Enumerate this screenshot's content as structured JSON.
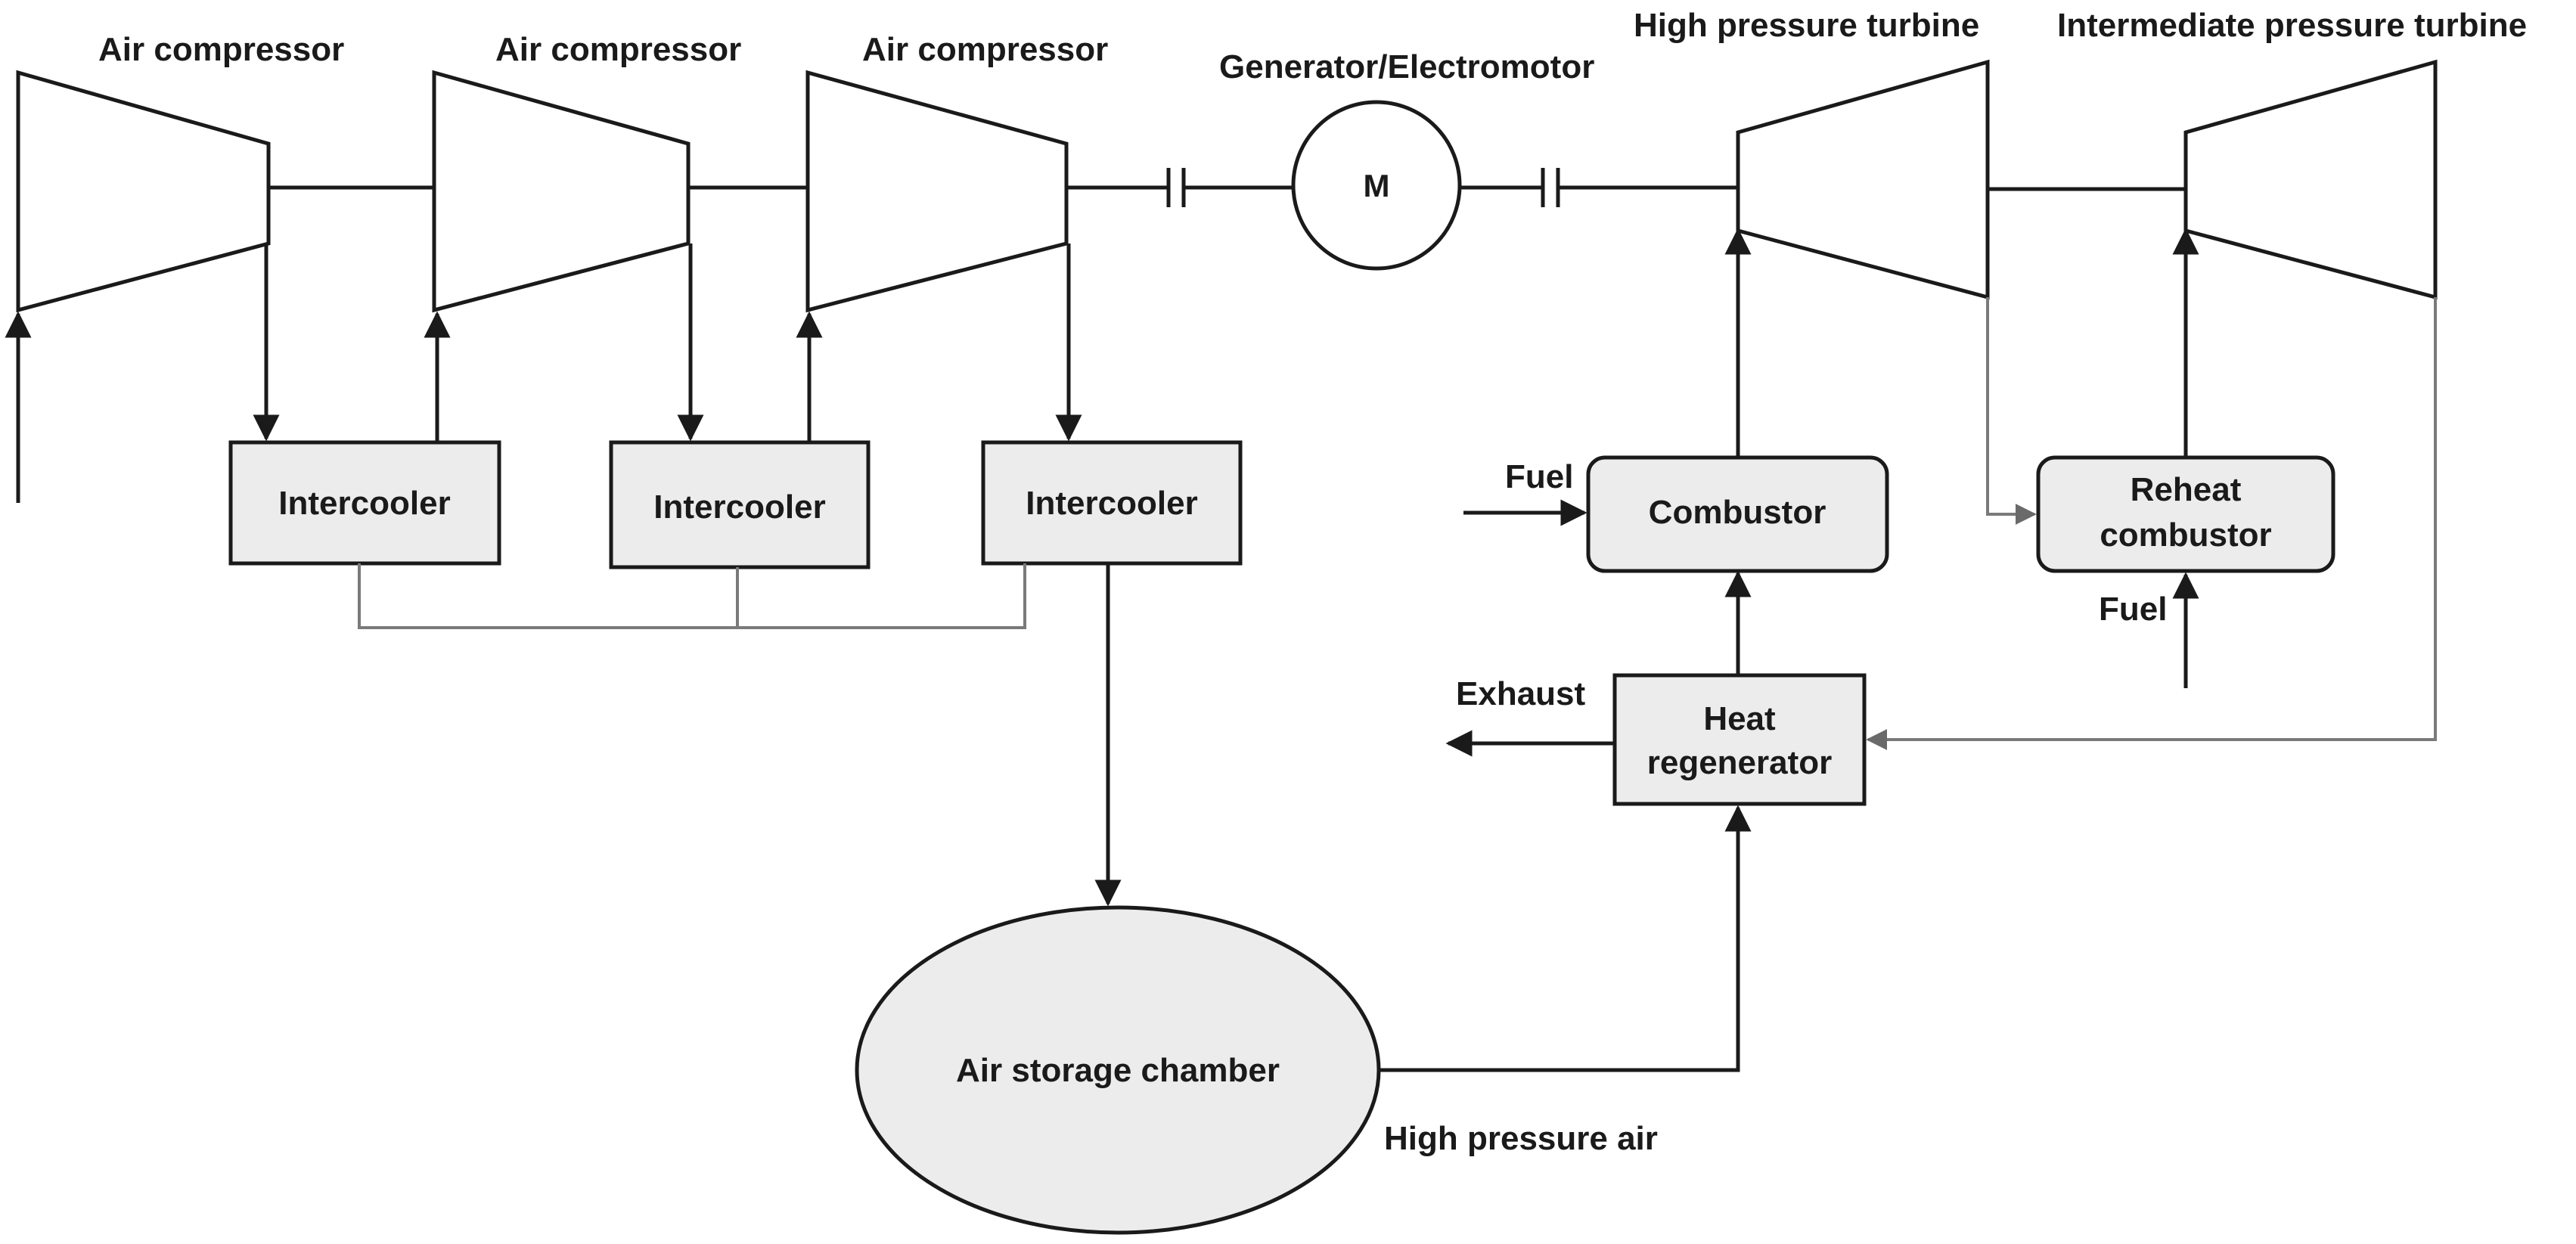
{
  "labels": {
    "compressor_1": "Air compressor",
    "compressor_2": "Air compressor",
    "compressor_3": "Air compressor",
    "generator": "Generator/Electromotor",
    "hp_turbine": "High pressure turbine",
    "ip_turbine": "Intermediate pressure turbine",
    "motor_symbol": "M",
    "intercooler_1": "Intercooler",
    "intercooler_2": "Intercooler",
    "intercooler_3": "Intercooler",
    "combustor": "Combustor",
    "reheat_line1": "Reheat",
    "reheat_line2": "combustor",
    "heat_line1": "Heat",
    "heat_line2": "regenerator",
    "fuel_1": "Fuel",
    "fuel_2": "Fuel",
    "exhaust": "Exhaust",
    "air_storage": "Air storage chamber",
    "high_pressure_air": "High pressure air"
  },
  "colors": {
    "line": "#1a1a1a",
    "box_fill": "#ececec",
    "background": "#ffffff"
  }
}
